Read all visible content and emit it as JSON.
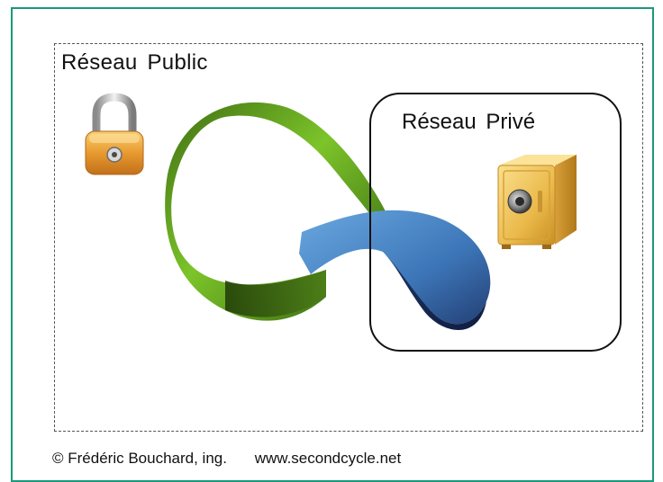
{
  "zones": {
    "public_label": "Réseau  Public",
    "private_label": "Réseau  Privé"
  },
  "footer": {
    "copyright": "© Frédéric Bouchard, ing.",
    "website": "www.secondcycle.net"
  },
  "colors": {
    "frame_border": "#1a9a7a",
    "ribbon_green": "#5a9a1e",
    "ribbon_blue": "#4a86c6",
    "lock_gold": "#e8a23a",
    "safe_gold": "#e8b84a"
  },
  "icons": {
    "public": "padlock-icon",
    "private": "safe-icon",
    "link": "infinity-ribbon-icon"
  }
}
